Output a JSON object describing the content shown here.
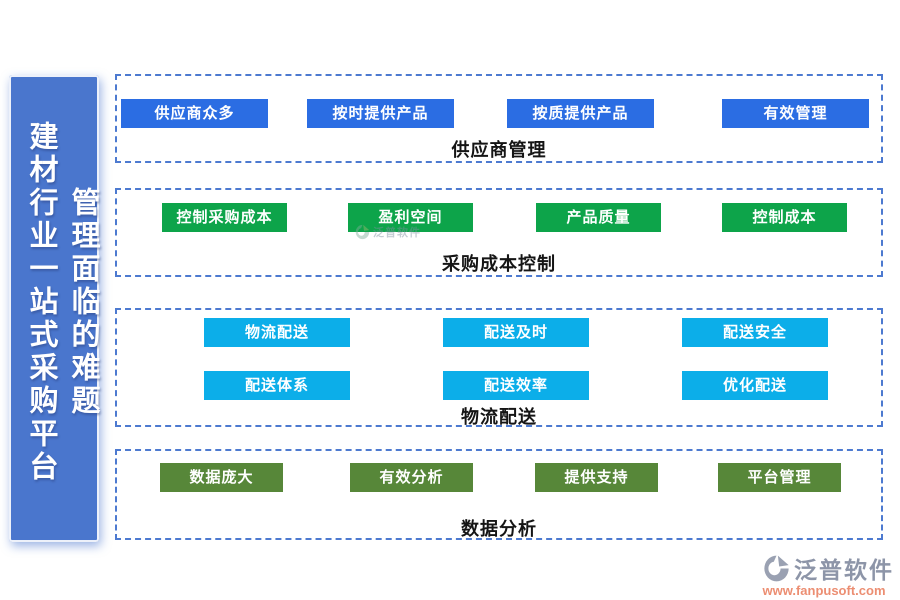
{
  "sidebar": {
    "line1": "建材行业一站式采购平台",
    "line2": "管理面临的难题",
    "bg_color": "#4a76cd",
    "text_color": "#ffffff"
  },
  "sections": [
    {
      "title": "供应商管理",
      "button_color": "#2b6de3",
      "buttons": [
        "供应商众多",
        "按时提供产品",
        "按质提供产品",
        "有效管理"
      ]
    },
    {
      "title": "采购成本控制",
      "button_color": "#0da44a",
      "buttons": [
        "控制采购成本",
        "盈利空间",
        "产品质量",
        "控制成本"
      ]
    },
    {
      "title": "物流配送",
      "button_color": "#0caee9",
      "buttons": [
        "物流配送",
        "配送及时",
        "配送安全",
        "配送体系",
        "配送效率",
        "优化配送"
      ]
    },
    {
      "title": "数据分析",
      "button_color": "#578739",
      "buttons": [
        "数据庞大",
        "有效分析",
        "提供支持",
        "平台管理"
      ]
    }
  ],
  "border_color": "#4d7ad0",
  "watermark": {
    "text": "泛普软件"
  },
  "logo": {
    "name": "泛普软件",
    "url": "www.fanpusoft.com",
    "name_color": "#8d95a8",
    "url_color": "#ec8e72"
  }
}
